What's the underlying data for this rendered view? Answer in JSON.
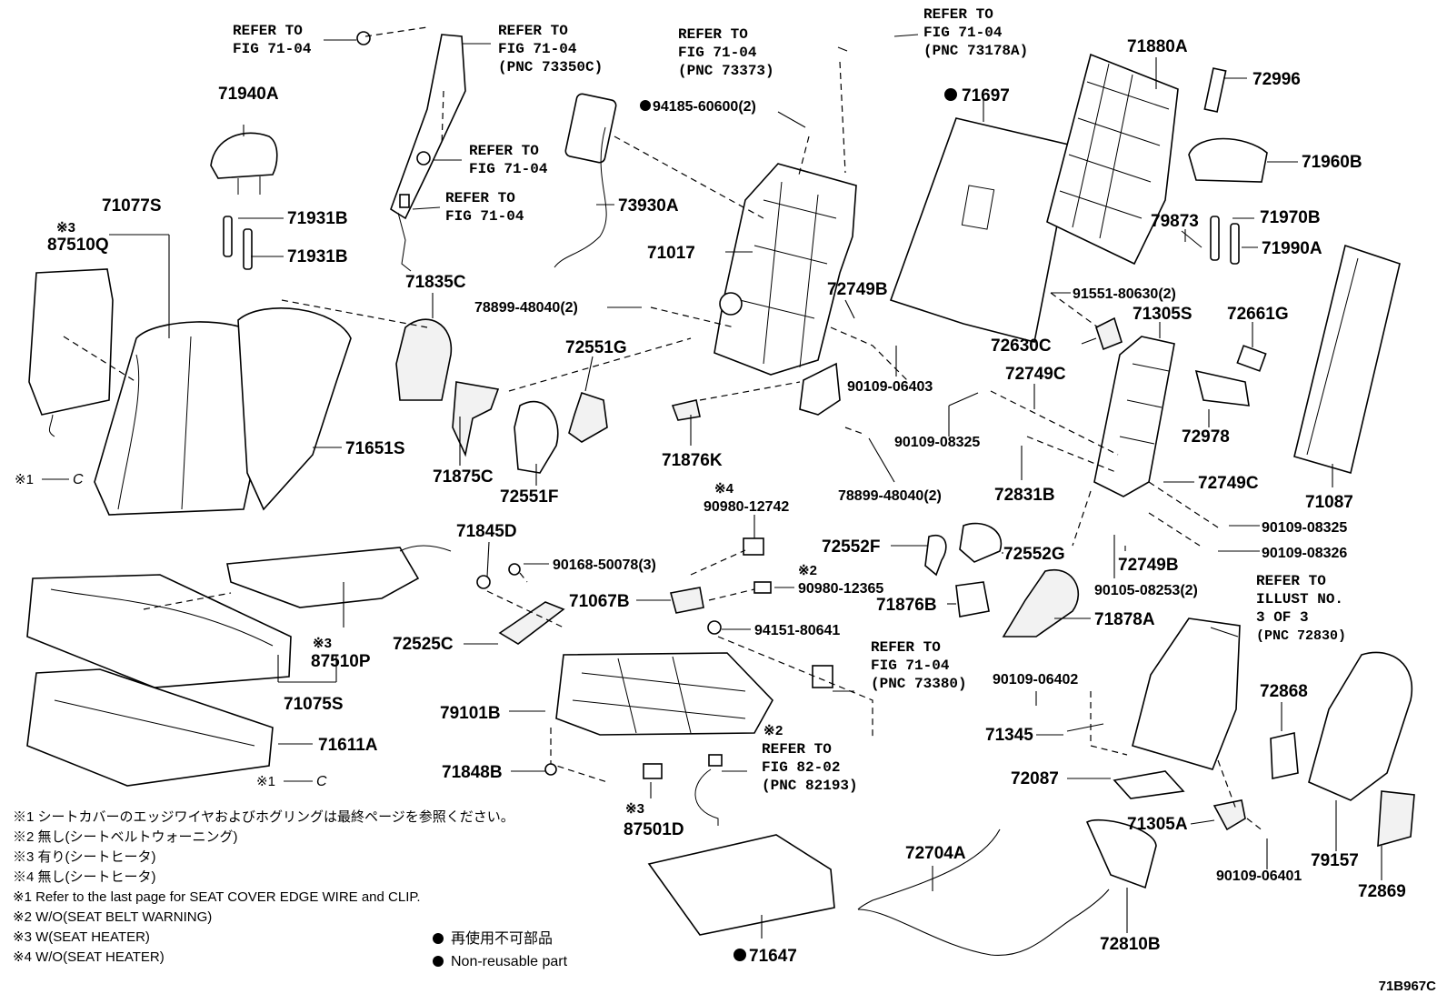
{
  "diagram": {
    "figure_id": "71B967C",
    "parts": [
      {
        "id": "p71940A",
        "label": "71940A"
      },
      {
        "id": "p71077S",
        "label": "71077S"
      },
      {
        "id": "p87510Q",
        "label": "87510Q",
        "note": "※3"
      },
      {
        "id": "p71931B_1",
        "label": "71931B"
      },
      {
        "id": "p71931B_2",
        "label": "71931B"
      },
      {
        "id": "p71835C",
        "label": "71835C"
      },
      {
        "id": "p71651S",
        "label": "71651S"
      },
      {
        "id": "p71875C",
        "label": "71875C"
      },
      {
        "id": "p72551F",
        "label": "72551F"
      },
      {
        "id": "p72551G",
        "label": "72551G"
      },
      {
        "id": "p73930A",
        "label": "73930A"
      },
      {
        "id": "p94185",
        "label": "94185-60600(2)",
        "dot": true
      },
      {
        "id": "p71017",
        "label": "71017"
      },
      {
        "id": "p78899a",
        "label": "78899-48040(2)"
      },
      {
        "id": "p71876K",
        "label": "71876K"
      },
      {
        "id": "p72749B_1",
        "label": "72749B"
      },
      {
        "id": "p90109_06403",
        "label": "90109-06403"
      },
      {
        "id": "p78899b",
        "label": "78899-48040(2)"
      },
      {
        "id": "p71697",
        "label": "71697",
        "dot": true
      },
      {
        "id": "p71880A",
        "label": "71880A"
      },
      {
        "id": "p72996",
        "label": "72996"
      },
      {
        "id": "p71960B",
        "label": "71960B"
      },
      {
        "id": "p71970B",
        "label": "71970B"
      },
      {
        "id": "p79873",
        "label": "79873"
      },
      {
        "id": "p71990A",
        "label": "71990A"
      },
      {
        "id": "p91551",
        "label": "91551-80630(2)"
      },
      {
        "id": "p71305S",
        "label": "71305S"
      },
      {
        "id": "p72661G",
        "label": "72661G"
      },
      {
        "id": "p72630C",
        "label": "72630C"
      },
      {
        "id": "p72749C_1",
        "label": "72749C"
      },
      {
        "id": "p90109_08325a",
        "label": "90109-08325"
      },
      {
        "id": "p72978",
        "label": "72978"
      },
      {
        "id": "p72831B",
        "label": "72831B"
      },
      {
        "id": "p72749C_2",
        "label": "72749C"
      },
      {
        "id": "p71087",
        "label": "71087"
      },
      {
        "id": "p90109_08325b",
        "label": "90109-08325"
      },
      {
        "id": "p90109_08326",
        "label": "90109-08326"
      },
      {
        "id": "p72552F",
        "label": "72552F"
      },
      {
        "id": "p72552G",
        "label": "72552G"
      },
      {
        "id": "p72749B_2",
        "label": "72749B"
      },
      {
        "id": "p90105",
        "label": "90105-08253(2)"
      },
      {
        "id": "p71876B",
        "label": "71876B"
      },
      {
        "id": "p71878A",
        "label": "71878A"
      },
      {
        "id": "p71845D",
        "label": "71845D"
      },
      {
        "id": "p90168",
        "label": "90168-50078(3)"
      },
      {
        "id": "p90980_12742",
        "label": "90980-12742",
        "note": "※4"
      },
      {
        "id": "p90980_12365",
        "label": "90980-12365",
        "note": "※2"
      },
      {
        "id": "p71067B",
        "label": "71067B"
      },
      {
        "id": "p94151",
        "label": "94151-80641"
      },
      {
        "id": "p72525C",
        "label": "72525C"
      },
      {
        "id": "p87510P",
        "label": "87510P",
        "note": "※3"
      },
      {
        "id": "p71075S",
        "label": "71075S"
      },
      {
        "id": "p71611A",
        "label": "71611A"
      },
      {
        "id": "p79101B",
        "label": "79101B"
      },
      {
        "id": "p71848B",
        "label": "71848B"
      },
      {
        "id": "p87501D",
        "label": "87501D",
        "note": "※3"
      },
      {
        "id": "p71647",
        "label": "71647",
        "dot": true
      },
      {
        "id": "p72704A",
        "label": "72704A"
      },
      {
        "id": "p72810B",
        "label": "72810B"
      },
      {
        "id": "p90109_06402",
        "label": "90109-06402"
      },
      {
        "id": "p71345",
        "label": "71345"
      },
      {
        "id": "p72087",
        "label": "72087"
      },
      {
        "id": "p71305A",
        "label": "71305A"
      },
      {
        "id": "p90109_06401",
        "label": "90109-06401"
      },
      {
        "id": "p72868",
        "label": "72868"
      },
      {
        "id": "p79157",
        "label": "79157"
      },
      {
        "id": "p72869",
        "label": "72869"
      }
    ],
    "refs": [
      {
        "id": "r1",
        "lines": [
          "REFER TO",
          "FIG 71-04"
        ]
      },
      {
        "id": "r2",
        "lines": [
          "REFER TO",
          "FIG 71-04",
          "(PNC 73350C)"
        ]
      },
      {
        "id": "r3",
        "lines": [
          "REFER TO",
          "FIG 71-04"
        ]
      },
      {
        "id": "r4",
        "lines": [
          "REFER TO",
          "FIG 71-04"
        ]
      },
      {
        "id": "r5",
        "lines": [
          "REFER TO",
          "FIG 71-04",
          "(PNC 73373)"
        ]
      },
      {
        "id": "r6",
        "lines": [
          "REFER TO",
          "FIG 71-04",
          "(PNC 73178A)"
        ]
      },
      {
        "id": "r7",
        "lines": [
          "REFER TO",
          "FIG 71-04",
          "(PNC 73380)"
        ]
      },
      {
        "id": "r8",
        "lines": [
          "REFER TO",
          "FIG 82-02",
          "(PNC 82193)"
        ]
      },
      {
        "id": "r9",
        "lines": [
          "REFER TO",
          "ILLUST NO.",
          "3 OF 3",
          "(PNC 72830)"
        ]
      }
    ],
    "markers": {
      "c_note_1": "※1",
      "c_note_2": "※1",
      "c_symbol": "C",
      "ref_note_2": "※2"
    },
    "notes": [
      "※1  シートカバーのエッジワイヤおよびホグリングは最終ページを参照ください。",
      "※2  無し(シートベルトウォーニング)",
      "※3  有り(シートヒータ)",
      "※4  無し(シートヒータ)",
      "※1  Refer to the last page for SEAT COVER EDGE WIRE and CLIP.",
      "※2  W/O(SEAT BELT WARNING)",
      "※3  W(SEAT HEATER)",
      "※4  W/O(SEAT HEATER)"
    ],
    "legend": [
      "再使用不可部品",
      "Non-reusable part"
    ]
  }
}
